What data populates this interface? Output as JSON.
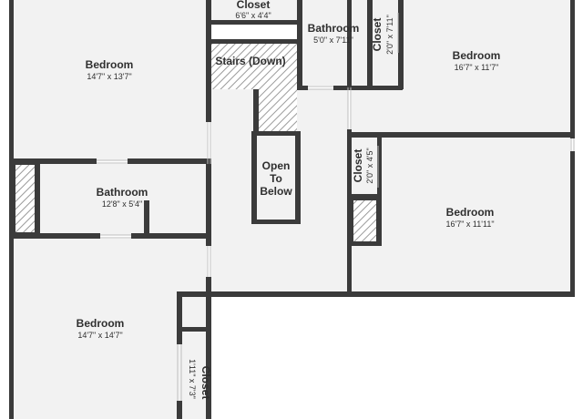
{
  "rooms": {
    "bedroom_nw": {
      "name": "Bedroom",
      "dims": "14'7\" x 13'7\""
    },
    "closet_top": {
      "name": "Closet",
      "dims": "6'6\" x 4'4\""
    },
    "bathroom_top": {
      "name": "Bathroom",
      "dims": "5'0\" x 7'11\""
    },
    "closet_narrow_top": {
      "name": "Closet",
      "dims": "2'0\" x 7'11\""
    },
    "bedroom_ne": {
      "name": "Bedroom",
      "dims": "16'7\" x 11'7\""
    },
    "stairs": {
      "name": "Stairs (Down)"
    },
    "open_to_below": {
      "line1": "Open",
      "line2": "To",
      "line3": "Below"
    },
    "bathroom_left": {
      "name": "Bathroom",
      "dims": "12'8\" x 5'4\""
    },
    "closet_right": {
      "name": "Closet",
      "dims": "2'0\" x 4'5\""
    },
    "bedroom_se": {
      "name": "Bedroom",
      "dims": "16'7\" x 11'11\""
    },
    "bedroom_sw": {
      "name": "Bedroom",
      "dims": "14'7\" x 14'7\""
    },
    "closet_bottom": {
      "name": "Closet",
      "dims": "1'11\" x 7'3\""
    }
  },
  "colors": {
    "wall": "#3b3b3b",
    "floor": "#f2f2f2",
    "hatch": "#9a9a9a",
    "text": "#2f2f2f"
  }
}
